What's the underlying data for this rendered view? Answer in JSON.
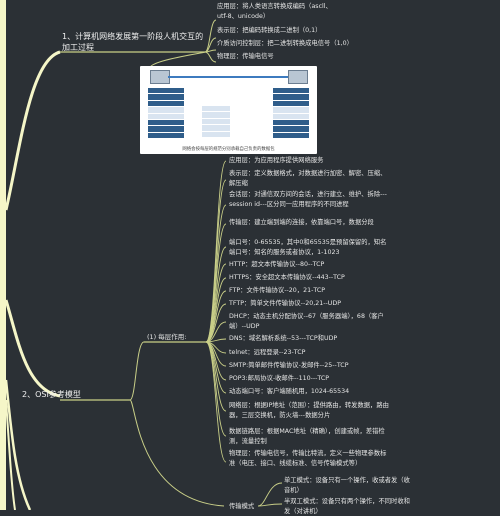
{
  "topics": {
    "t1": {
      "title": "1、计算机网络发展第一阶段人机交互的加工过程"
    },
    "t2": {
      "title": "2、OSI参考模型"
    },
    "layer_node": {
      "label": "(1) 每层作用:"
    }
  },
  "t1_items": [
    "应用层：将人类语言转换成编码（ascll、utf-8、unicode）",
    "表示层：把编码转换成二进制（0,1）",
    "介质访问控制层：把二进制转换成电信号（1,0）",
    "物理层：传输电信号"
  ],
  "figure": {
    "caption": "网络会按每层的规范分别承载自己负责的数据包"
  },
  "layer_items": [
    "应用层：为应用程序提供网络服务",
    "表示层：定义数据格式，对数据进行加密、解密、压缩、解压缩",
    "会话层：对通信双方间的会话，进行建立、维护、拆除---session id---区分同一应用程序的不同进程",
    "传输层：建立端到端的连接，依靠端口号，数据分段",
    "端口号：0-65535，其中0和65535是预留保留的，知名端口号：知名的服务或者协议，1-1023",
    "HTTP：超文本传输协议--80--TCP",
    "HTTPS：安全超文本传输协议--443--TCP",
    "FTP：文件传输协议--20，21-TCP",
    "TFTP：简单文件传输协议--20,21--UDP",
    "DHCP：动态主机分配协议--67（服务器端），68（客户端）--UDP",
    "DNS：域名解析系统--53---TCP和UDP",
    "telnet：远程登录--23-TCP",
    "SMTP:简单邮件传输协议-发邮件--25--TCP",
    "POP3:邮局协议-收邮件--110---TCP",
    "动态端口号：客户端随机用，1024-65534",
    "网络层：根据IP地址（范围）：提供路由，转发数据，路由器，三层交换机，防火墙---数据分片",
    "数据链路层：根据MAC地址（精确），创建或帧，差错检测，流量控制",
    "物理层：传输电信号，传输比特流，定义一些物理参数标准（电压、接口、线缆标准、信号传输模式等）"
  ],
  "mode_node": {
    "label": "传输模式"
  },
  "mode_items": [
    "单工模式：设备只有一个操作，收或者发（收音机）",
    "半双工模式：设备只有两个操作，不同时收和发（对讲机）"
  ],
  "colors": {
    "background": "#2b3035",
    "branch": "#f5f6c8",
    "link": "#c9cf88",
    "text": "#e6e6e6"
  }
}
